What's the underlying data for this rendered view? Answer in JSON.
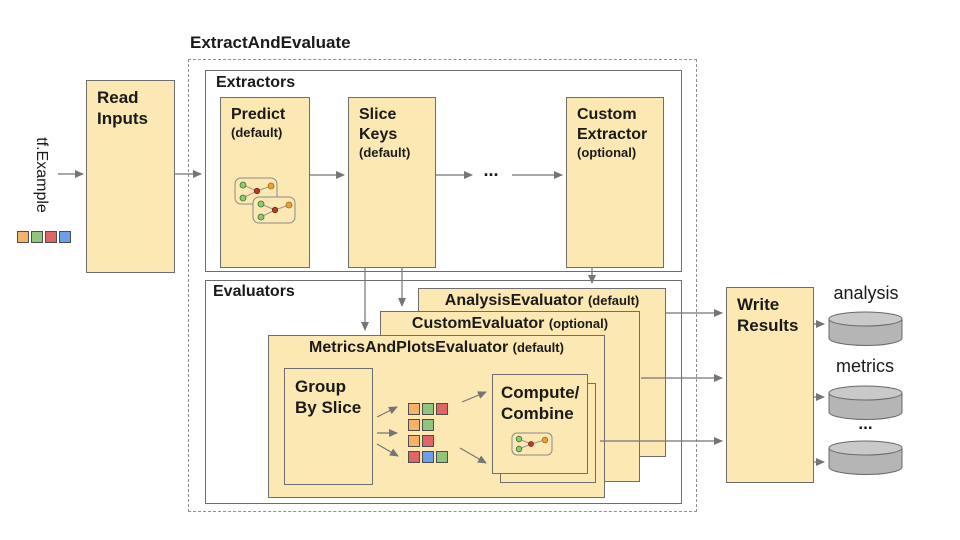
{
  "palette": {
    "orange": "#F6B26B",
    "green": "#93C47D",
    "red": "#E06666",
    "blue": "#6D9EEB",
    "box_fill": "#FCE8B2",
    "box_border": "#6e6e6e",
    "cylinder_fill": "#B7B7B7",
    "arrow": "#757575"
  },
  "input": {
    "label": "tf.Example",
    "squares": [
      "orange",
      "green",
      "red",
      "blue"
    ]
  },
  "read_inputs": {
    "label": "Read\nInputs"
  },
  "pipeline": {
    "title": "ExtractAndEvaluate"
  },
  "extractors": {
    "label": "Extractors",
    "ellipsis": "...",
    "items": [
      {
        "name": "Predict",
        "qualifier": "(default)"
      },
      {
        "name": "Slice\nKeys",
        "qualifier": "(default)"
      },
      {
        "name": "Custom\nExtractor",
        "qualifier": "(optional)"
      }
    ]
  },
  "evaluators": {
    "label": "Evaluators",
    "cards": [
      {
        "name": "AnalysisEvaluator",
        "qualifier": "(default)"
      },
      {
        "name": "CustomEvaluator",
        "qualifier": "(optional)"
      },
      {
        "name": "MetricsAndPlotsEvaluator",
        "qualifier": "(default)"
      }
    ],
    "group_by_slice": "Group\nBy Slice",
    "compute_combine": "Compute/\nCombine",
    "slice_rows": [
      [
        "orange",
        "green",
        "red"
      ],
      [
        "orange",
        "green"
      ],
      [
        "orange",
        "red"
      ],
      [
        "red",
        "blue",
        "green"
      ]
    ]
  },
  "write_results": {
    "label": "Write\nResults"
  },
  "outputs": {
    "items": [
      {
        "label": "analysis"
      },
      {
        "label": "metrics"
      },
      {
        "label": "..."
      }
    ]
  }
}
